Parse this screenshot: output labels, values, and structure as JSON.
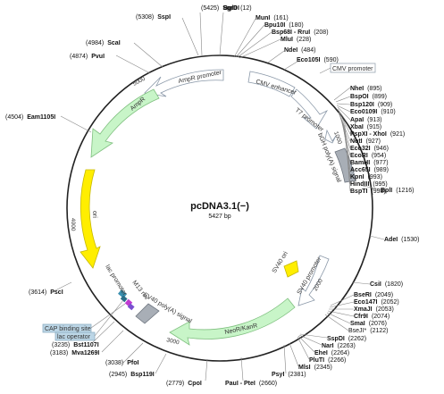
{
  "plasmid": {
    "name": "pcDNA3.1(−)",
    "length": "5427 bp"
  },
  "sites": [
    {
      "name": "SgrDI",
      "pos": "(5425)"
    },
    {
      "name": "BglII",
      "pos": "(12)"
    },
    {
      "name": "SspI",
      "pos": "(5308)"
    },
    {
      "name": "MunI",
      "pos": "(161)"
    },
    {
      "name": "Bpu10I",
      "pos": "(180)"
    },
    {
      "name": "Bsp68I - RruI",
      "pos": "(208)"
    },
    {
      "name": "MluI",
      "pos": "(228)"
    },
    {
      "name": "ScaI",
      "pos": "(4984)"
    },
    {
      "name": "PvuI",
      "pos": "(4874)"
    },
    {
      "name": "NdeI",
      "pos": "(484)"
    },
    {
      "name": "Eco105I",
      "pos": "(590)"
    },
    {
      "name": "Eam1105I",
      "pos": "(4504)"
    },
    {
      "name": "NheI",
      "pos": "(895)"
    },
    {
      "name": "BspOI",
      "pos": "(899)"
    },
    {
      "name": "Bsp120I",
      "pos": "(909)"
    },
    {
      "name": "Eco0109I",
      "pos": "(910)"
    },
    {
      "name": "ApaI",
      "pos": "(913)"
    },
    {
      "name": "XbaI",
      "pos": "(915)"
    },
    {
      "name": "PspXI - XhoI",
      "pos": "(921)"
    },
    {
      "name": "NotI",
      "pos": "(927)"
    },
    {
      "name": "Eco32I",
      "pos": "(946)"
    },
    {
      "name": "EcoRI",
      "pos": "(954)"
    },
    {
      "name": "BamHI",
      "pos": "(977)"
    },
    {
      "name": "Acc65I",
      "pos": "(989)"
    },
    {
      "name": "KpnI",
      "pos": "(993)"
    },
    {
      "name": "HindIII",
      "pos": "(995)"
    },
    {
      "name": "BspTI",
      "pos": "(998)"
    },
    {
      "name": "BplI",
      "pos": "(1216)"
    },
    {
      "name": "AdeI",
      "pos": "(1530)"
    },
    {
      "name": "CsiI",
      "pos": "(1820)"
    },
    {
      "name": "PscI",
      "pos": "(3614)"
    },
    {
      "name": "BseRI",
      "pos": "(2049)"
    },
    {
      "name": "Eco147I",
      "pos": "(2052)"
    },
    {
      "name": "XmaJI",
      "pos": "(2053)"
    },
    {
      "name": "Cfr9I",
      "pos": "(2074)"
    },
    {
      "name": "SmaI",
      "pos": "(2076)"
    },
    {
      "name": "BseJI*",
      "pos": "(2122)"
    },
    {
      "name": "SspDI",
      "pos": "(2262)"
    },
    {
      "name": "NarI",
      "pos": "(2263)"
    },
    {
      "name": "EheI",
      "pos": "(2264)"
    },
    {
      "name": "PluTI",
      "pos": "(2266)"
    },
    {
      "name": "MlsI",
      "pos": "(2345)"
    },
    {
      "name": "PsyI",
      "pos": "(2381)"
    },
    {
      "name": "PauI - PteI",
      "pos": "(2660)"
    },
    {
      "name": "CpoI",
      "pos": "(2779)"
    },
    {
      "name": "Bsp119I",
      "pos": "(2945)"
    },
    {
      "name": "PfoI",
      "pos": "(3038)"
    },
    {
      "name": "Mva1269I",
      "pos": "(3183)"
    },
    {
      "name": "Bst1107I",
      "pos": "(3235)"
    }
  ],
  "features": {
    "cmv_promoter": "CMV promoter",
    "cmv_enhancer": "CMV enhancer",
    "t7_promoter": "T7 promoter",
    "bgh_polya": "bGH poly(A) signal",
    "ampr_promoter": "AmpR promoter",
    "ampr": "AmpR",
    "ori": "ori",
    "sv40_ori": "SV40 ori",
    "sv40_promoter": "SV40 promoter",
    "neor": "NeoR/KanR",
    "sv40_polya": "SV40 poly(A) signal",
    "m13_rev": "M13 rev",
    "lac_promoter": "lac promoter",
    "cap_binding": "CAP binding site",
    "lac_operator": "lac operator"
  },
  "ticks": {
    "t1000": "1000",
    "t2000": "2000",
    "t3000": "3000",
    "t4000": "4000",
    "t5000": "5000"
  },
  "colors": {
    "backbone": "#222222",
    "gene": "#c8f5c8",
    "gene_stroke": "#7fbf7f",
    "origin": "#ffee00",
    "origin_stroke": "#c7b800",
    "promoter": "#ffffff",
    "promoter_stroke": "#8a98a8",
    "polya": "#a8aeb6",
    "polya_stroke": "#6f7680"
  }
}
